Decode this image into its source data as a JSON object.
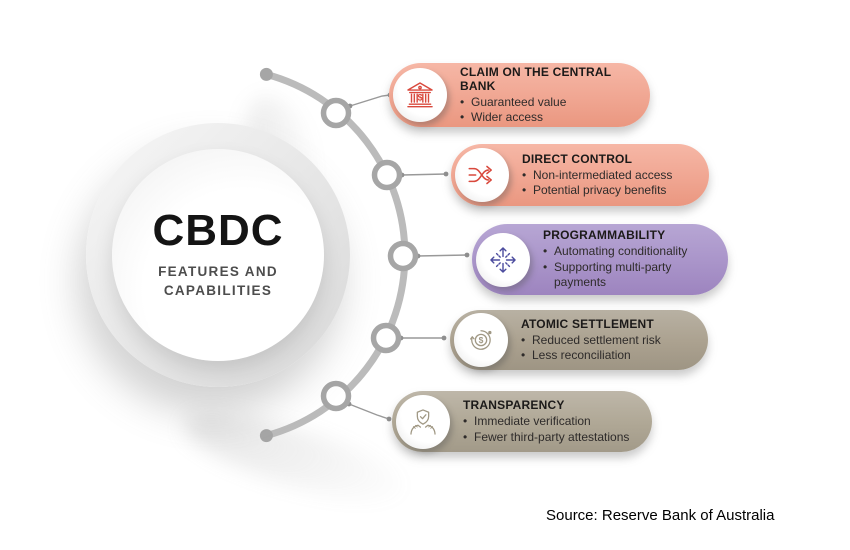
{
  "center": {
    "title": "CBDC",
    "subtitle_line1": "FEATURES AND",
    "subtitle_line2": "CAPABILITIES"
  },
  "items": [
    {
      "title": "CLAIM ON THE CENTRAL BANK",
      "bullets": [
        "Guaranteed value",
        "Wider access"
      ],
      "icon": "bank-icon",
      "colors": {
        "light": "#f6b7a6",
        "base": "#f0a692",
        "dark": "#ea9780",
        "icon": "#d9493d"
      }
    },
    {
      "title": "DIRECT CONTROL",
      "bullets": [
        "Non-intermediated access",
        "Potential privacy benefits"
      ],
      "icon": "shuffle-arrows-icon",
      "colors": {
        "light": "#f6b7a6",
        "base": "#f0a692",
        "dark": "#ea9780",
        "icon": "#d9493d"
      }
    },
    {
      "title": "PROGRAMMABILITY",
      "bullets": [
        "Automating conditionality",
        "Supporting multi-party payments"
      ],
      "icon": "multi-direction-arrows-icon",
      "colors": {
        "light": "#b7a6d4",
        "base": "#a994c9",
        "dark": "#9d84bf",
        "icon": "#4c4c9e"
      }
    },
    {
      "title": "ATOMIC SETTLEMENT",
      "bullets": [
        "Reduced settlement risk",
        "Less reconciliation"
      ],
      "icon": "circular-settlement-icon",
      "colors": {
        "light": "#b8b1a3",
        "base": "#aba18f",
        "dark": "#9e9584",
        "icon": "#a09884"
      }
    },
    {
      "title": "TRANSPARENCY",
      "bullets": [
        "Immediate verification",
        "Fewer third-party attestations"
      ],
      "icon": "hands-shield-icon",
      "colors": {
        "light": "#beb7a9",
        "base": "#afa795",
        "dark": "#a29a89",
        "icon": "#a09884"
      }
    }
  ],
  "decoration": {
    "arc_color": "#bbbbbb",
    "node_stroke_color": "#a6a6a6",
    "connector_color": "#999999",
    "subtitle_color": "#4d4d4d"
  },
  "source": "Source: Reserve Bank of Australia"
}
